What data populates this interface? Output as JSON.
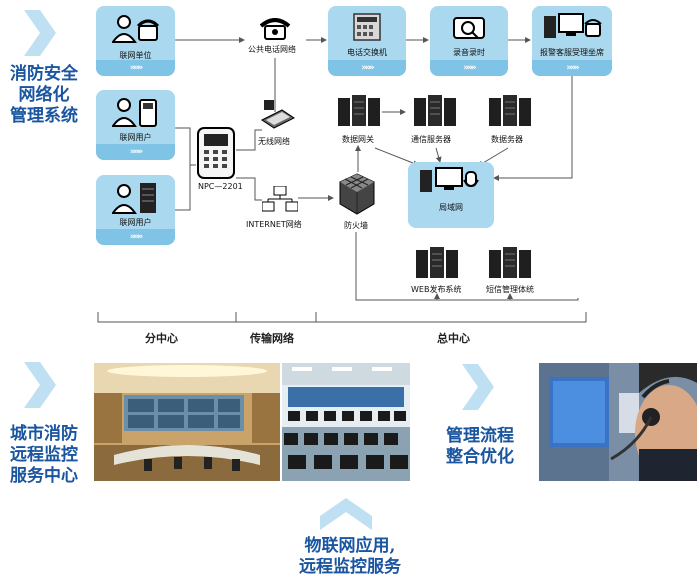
{
  "side": {
    "title1": [
      "消防安全",
      "网络化",
      "管理系统"
    ],
    "title2": [
      "城市消防",
      "远程监控",
      "服务中心"
    ],
    "title3": [
      "管理流程",
      "整合优化"
    ],
    "title4": [
      "物联网应用,",
      "远程监控服务"
    ]
  },
  "nodes": {
    "unit": "联网单位",
    "user1": "联网用户",
    "user2": "联网用户",
    "pstn": "公共电话网络",
    "exchange": "电话交换机",
    "recorder": "录音录时",
    "seat": "报警客服受理坐席",
    "wireless": "无线网络",
    "npc": "NPC—2201",
    "internet": "INTERNET网络",
    "gateway": "数据网关",
    "comm": "通信服务器",
    "data": "数据务器",
    "lan": "局域网",
    "firewall": "防火墙",
    "web": "WEB发布系统",
    "sms": "短信管理体统"
  },
  "sections": {
    "branch": "分中心",
    "transport": "传输网络",
    "hq": "总中心"
  },
  "band_glyph": "»»»"
}
